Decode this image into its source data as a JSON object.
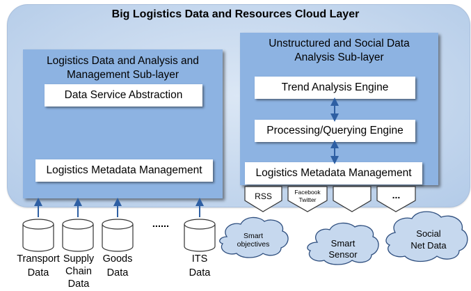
{
  "cloud_layer": {
    "title": "Big Logistics  Data and Resources Cloud Layer"
  },
  "left_sublayer": {
    "title_line1": "Logistics Data and Analysis and",
    "title_line2": "Management Sub-layer",
    "data_service": "Data Service Abstraction",
    "metadata": "Logistics Metadata Management"
  },
  "right_sublayer": {
    "title_line1": "Unstructured and Social Data",
    "title_line2": "Analysis Sub-layer",
    "trend": "Trend Analysis Engine",
    "processing": "Processing/Querying Engine",
    "metadata": "Logistics Metadata Management"
  },
  "connectors": {
    "rss": "RSS",
    "facebook": "Facebook",
    "twitter": "Twitter",
    "more": "..."
  },
  "databases": {
    "transport": [
      "Transport",
      "Data"
    ],
    "supply": [
      "Supply",
      "Chain",
      "Data"
    ],
    "goods": [
      "Goods",
      "Data"
    ],
    "ellipsis": "......",
    "its": [
      "ITS",
      "Data"
    ]
  },
  "clouds": {
    "smart_objectives": [
      "Smart",
      "objectives"
    ],
    "smart_sensor": [
      "Smart",
      "Sensor"
    ],
    "social_net": [
      "Social",
      "Net Data"
    ]
  },
  "colors": {
    "sublayer": "#8db3e2",
    "arrow": "#2e5fa3",
    "cloud_fill": "#c6d8ee"
  }
}
